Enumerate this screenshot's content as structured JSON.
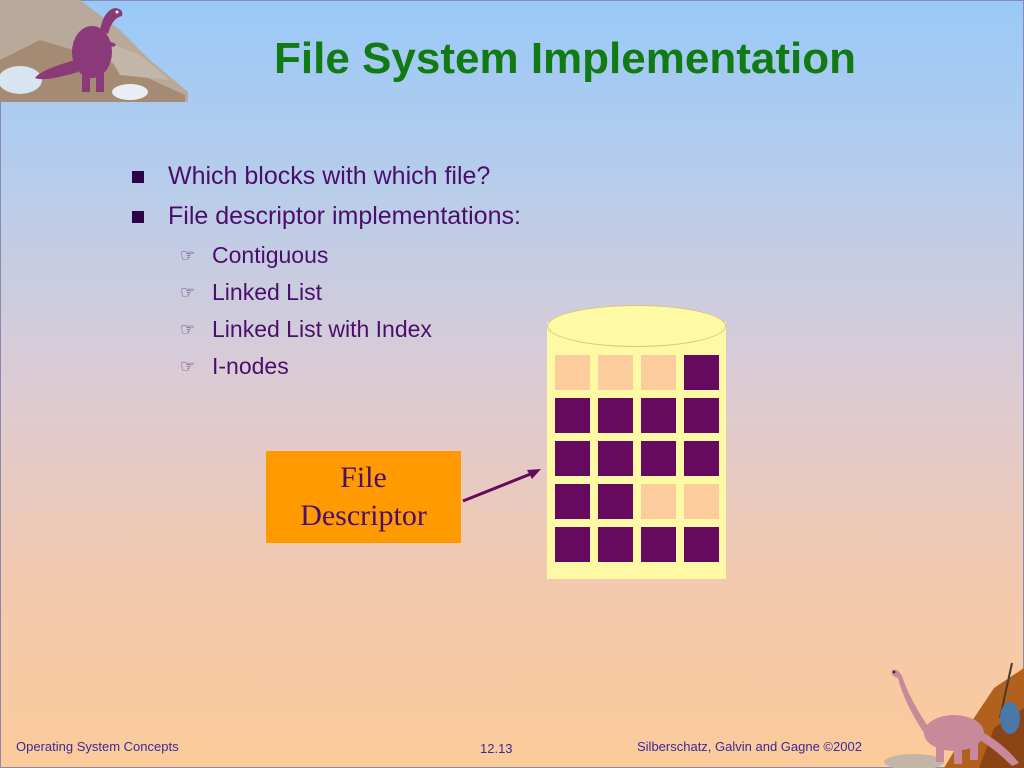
{
  "slide": {
    "title": "File System Implementation",
    "bullets": [
      {
        "text": "Which blocks with which file?"
      },
      {
        "text": "File descriptor implementations:"
      }
    ],
    "sub_bullets": [
      {
        "text": "Contiguous"
      },
      {
        "text": "Linked List"
      },
      {
        "text": "Linked List with Index"
      },
      {
        "text": "I-nodes"
      }
    ],
    "icons": {
      "bullet": "square-bullet-icon",
      "sub_bullet": "pointing-hand-icon",
      "corner_top": "dinosaur-icon",
      "corner_bottom": "dinosaur-icon"
    }
  },
  "diagram": {
    "file_descriptor_line1": "File",
    "file_descriptor_line2": "Descriptor",
    "disk_blocks": [
      [
        "free",
        "free",
        "free",
        "used"
      ],
      [
        "used",
        "used",
        "used",
        "used"
      ],
      [
        "used",
        "used",
        "used",
        "used"
      ],
      [
        "used",
        "used",
        "free",
        "free"
      ],
      [
        "used",
        "used",
        "used",
        "used"
      ]
    ],
    "colors": {
      "used_block": "#650a5e",
      "free_block": "#fccc9c",
      "disk": "#fef9a4",
      "descriptor_box": "#ff9a00"
    }
  },
  "footer": {
    "left": "Operating System Concepts",
    "center": "12.13",
    "right": "Silberschatz, Galvin and  Gagne ©2002"
  }
}
